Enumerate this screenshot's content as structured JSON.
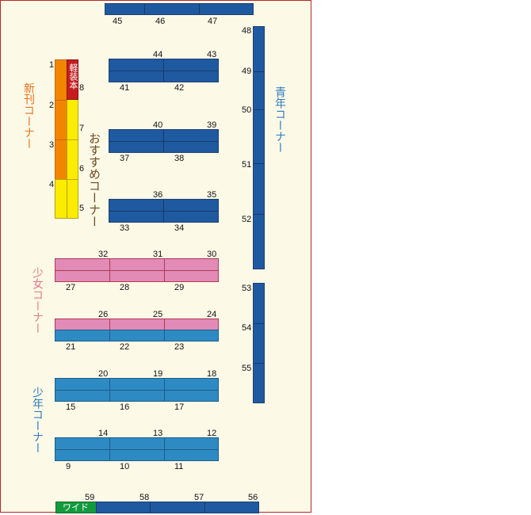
{
  "zones": {
    "new_release": "新刊コーナー",
    "recommended": "おすすめコーナー",
    "shojo": "少女コーナー",
    "shonen": "少年コーナー",
    "seinen": "青年コーナー",
    "paperback": "軽装本",
    "wide": "ワイド"
  },
  "shelf_numbers": {
    "n1": "1",
    "n2": "2",
    "n3": "3",
    "n4": "4",
    "n5": "5",
    "n6": "6",
    "n7": "7",
    "n8": "8",
    "n9": "9",
    "n10": "10",
    "n11": "11",
    "n12": "12",
    "n13": "13",
    "n14": "14",
    "n15": "15",
    "n16": "16",
    "n17": "17",
    "n18": "18",
    "n19": "19",
    "n20": "20",
    "n21": "21",
    "n22": "22",
    "n23": "23",
    "n24": "24",
    "n25": "25",
    "n26": "26",
    "n27": "27",
    "n28": "28",
    "n29": "29",
    "n30": "30",
    "n31": "31",
    "n32": "32",
    "n33": "33",
    "n34": "34",
    "n35": "35",
    "n36": "36",
    "n37": "37",
    "n38": "38",
    "n39": "39",
    "n40": "40",
    "n41": "41",
    "n42": "42",
    "n43": "43",
    "n44": "44",
    "n45": "45",
    "n46": "46",
    "n47": "47",
    "n48": "48",
    "n49": "49",
    "n50": "50",
    "n51": "51",
    "n52": "52",
    "n53": "53",
    "n54": "54",
    "n55": "55",
    "n56": "56",
    "n57": "57",
    "n58": "58",
    "n59": "59"
  },
  "colors": {
    "seinen_shelf": "#1f5aa0",
    "shonen_shelf": "#2e8ac2",
    "shojo_shelf": "#e18bb6",
    "new_release_shelf": "#f28500",
    "recommended_shelf": "#fbec00",
    "paperback_shelf": "#c41e20",
    "wide_shelf": "#149a3e",
    "new_release_text": "#e8731a",
    "recommended_text": "#6b4a1e",
    "shojo_text": "#e07d8e",
    "shonen_text": "#2b7bbf",
    "seinen_text": "#2b7bbf",
    "border": "#b5282a"
  }
}
